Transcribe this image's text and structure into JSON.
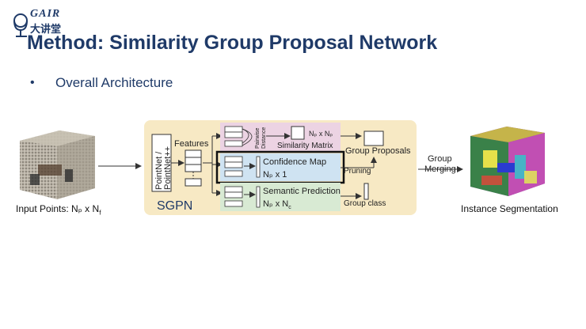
{
  "logo": {
    "brand": "GAIR",
    "subtitle": "大讲堂"
  },
  "slide": {
    "title": "Method: Similarity Group Proposal Network",
    "bullet": "Overall Architecture"
  },
  "diagram": {
    "input_caption": "Input Points: Nₚ x N",
    "input_caption_sub": "f",
    "output_caption": "Instance Segmentation",
    "backbone": "PointNet / PointNet++",
    "features": "Features",
    "sgpn": "SGPN",
    "pairwise": "Pairwise Distance",
    "sim_dims": "Nₚ x Nₚ",
    "sim_label": "Similarity Matrix",
    "conf_label": "Confidence Map",
    "conf_dims": "Nₚ x 1",
    "sem_label": "Semantic Prediction",
    "sem_dims": "Nₚ x N",
    "sem_dims_sub": "c",
    "group_proposals": "Group Proposals",
    "pruning": "Pruning",
    "group_class": "Group class",
    "group_merging_1": "Group",
    "group_merging_2": "Merging"
  },
  "colors": {
    "title": "#1f3a68",
    "sgpn_box": "#f7e9c4",
    "similarity_box": "#ecd3e3",
    "confidence_box": "#cfe3f2",
    "semantic_box": "#d8ead3"
  }
}
